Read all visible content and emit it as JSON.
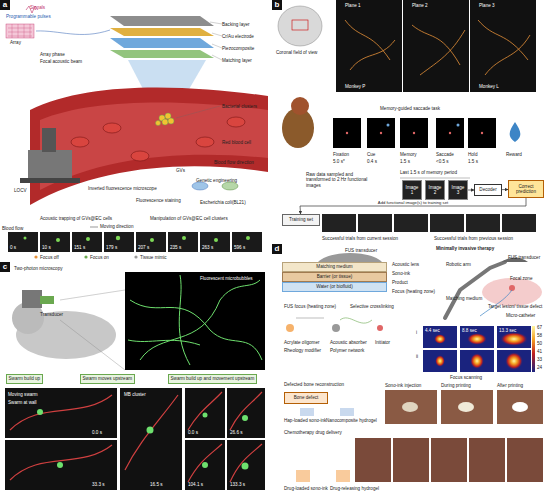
{
  "diagram": {
    "nodes": [
      {
        "text": [
          "a"
        ]
      },
      {
        "text": [
          "b"
        ]
      },
      {
        "text": [
          "c"
        ]
      },
      {
        "text": [
          "d"
        ]
      },
      {
        "text": [
          "Image 1"
        ],
        "in": 1
      },
      {
        "text": [
          "Image 2"
        ],
        "in": 1
      },
      {
        "text": [
          "Image 3"
        ],
        "in": 1
      },
      {
        "text": [
          "Decoder"
        ],
        "in": 1
      },
      {
        "text": [
          "Correct prediction"
        ],
        "in": 1
      },
      {
        "text": [
          "Training set"
        ],
        "in": 1
      },
      {
        "text": [
          "Swarm build up"
        ],
        "in": 2
      },
      {
        "text": [
          "Swarm moves upstream"
        ],
        "in": 2
      },
      {
        "text": [
          "Swarm build up and movement upstream"
        ],
        "in": 2
      },
      {
        "text": [
          "Matching medium"
        ],
        "in": 3
      },
      {
        "text": [
          "Barrier (or tissue)"
        ],
        "in": 3
      },
      {
        "text": [
          "Water (or biofluid)"
        ],
        "in": 3
      },
      {
        "text": [
          "Bone defect"
        ],
        "in": 3
      }
    ],
    "edges": [
      {
        "from": 6,
        "to": 7,
        "arrow": "to"
      },
      {
        "from": 7,
        "to": 8,
        "arrow": "to"
      },
      {
        "from": 8,
        "to": 9,
        "label": "Add functional image(s) to training set",
        "arrow": "to"
      }
    ],
    "labels": [
      "Signals",
      "Programmable pulses",
      "Array",
      "Array phase",
      "Focal acoustic beam",
      "Backing layer",
      "Cr/Au electrode",
      "Piezocomposite",
      "Matching layer",
      "Bacterial clusters",
      "Red blood cell",
      "Blood flow direction",
      "Inverted fluorescence microscope",
      "GVs",
      "Fluorescence staining",
      "Genetic engineering",
      "Escherichia coli(BL21)",
      "LOCV",
      "Acoustic trapping of GVs@EC cells",
      "Manipulation of GVs@EC cell clusters",
      "Blood flow",
      "Moving direction",
      "0 s",
      "10 s",
      "151 s",
      "179 s",
      "207 s",
      "235 s",
      "263 s",
      "596 s",
      "Focus off",
      "Focus on",
      "Tissue mimic",
      "Coronal field of view",
      "Plane 1",
      "Plane 2",
      "Plane 3",
      "Monkey P",
      "Monkey L",
      "Memory-guided saccade task",
      "Fixation",
      "Cue",
      "Memory",
      "Saccade",
      "Hold",
      "Reward",
      "5.0 s*",
      "0.4 s",
      "1.5 s",
      "<0.5 s",
      "1.5 s",
      "Raw data sampled and transformed to 2 Hz functional images",
      "Last 1.5 s of memory period",
      "Successful trials from current session",
      "Successful trials from previous session",
      "Two-photon microscopy",
      "Transducer",
      "Fluorescent microbubbles",
      "Moving swarm",
      "Swarm at wall",
      "0.0 s",
      "33.3 s",
      "MB cluster",
      "16.5 s",
      "0.0 s",
      "26.6 s",
      "104.1 s",
      "133.3 s",
      "FUS transducer",
      "Acoustic lens",
      "Sono-ink",
      "Product",
      "Focus (heating zone)",
      "FUS focus (heating zone)",
      "Selective crosslinking",
      "Acrylate oligomer",
      "Acoustic absorber",
      "Initiator",
      "Rheology modifier",
      "Polymer network",
      "Minimally invasive therapy",
      "Robotic arm",
      "FUS transducer",
      "Matching medium",
      "Focal zone",
      "Target lesion/ tissue defect",
      "Micro-catheter",
      "i",
      "ii",
      "4.4 sec",
      "8.8 sec",
      "13.3 sec",
      "Focus scanning",
      "67",
      "58",
      "50",
      "41",
      "33",
      "24",
      "Defected bone reconstruction",
      "Hap-loaded sono-ink",
      "Nanocomposite hydrogel",
      "Sono-ink injection",
      "During printing",
      "After printing",
      "Chemotherapy drug delivery",
      "Drug-loaded sono-ink",
      "Drug-releasing hydrogel"
    ]
  }
}
